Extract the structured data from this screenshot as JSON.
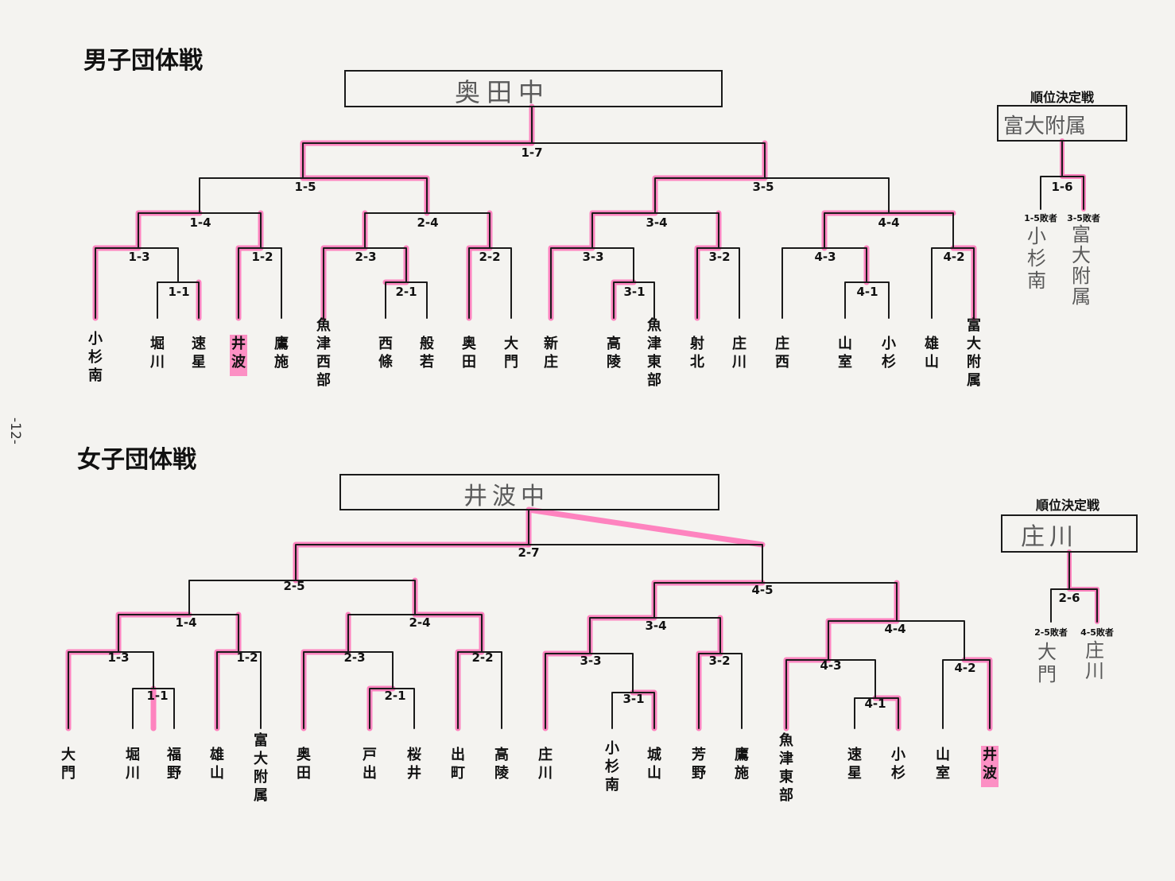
{
  "page_number": "-12-",
  "boys": {
    "title": "男子団体戦",
    "winner": "奥田中",
    "final_code": "1-7",
    "teams": [
      "小杉南",
      "堀川",
      "速星",
      "井波",
      "鷹施",
      "魚津西部",
      "西條",
      "般若",
      "奥田",
      "大門",
      "新庄",
      "高陵",
      "魚津東部",
      "射北",
      "庄川",
      "庄西",
      "山室",
      "小杉",
      "雄山",
      "富大附属"
    ],
    "highlighted_teams": [
      "井波"
    ],
    "codes": {
      "1-1": "1-1",
      "1-2": "1-2",
      "1-3": "1-3",
      "1-4": "1-4",
      "1-5": "1-5",
      "2-1": "2-1",
      "2-2": "2-2",
      "2-3": "2-3",
      "2-4": "2-4",
      "3-1": "3-1",
      "3-2": "3-2",
      "3-3": "3-3",
      "3-4": "3-4",
      "3-5": "3-5",
      "4-1": "4-1",
      "4-2": "4-2",
      "4-3": "4-3",
      "4-4": "4-4"
    },
    "placement": {
      "title": "順位決定戦",
      "winner": "富大附属",
      "code": "1-6",
      "left_label": "1-5敗者",
      "right_label": "3-5敗者",
      "left_team": "小杉南",
      "right_team": "富大附属"
    }
  },
  "girls": {
    "title": "女子団体戦",
    "winner": "井波中",
    "final_code": "2-7",
    "teams": [
      "大門",
      "堀川",
      "福野",
      "雄山",
      "富大附属",
      "奥田",
      "戸出",
      "桜井",
      "出町",
      "高陵",
      "庄川",
      "小杉南",
      "城山",
      "芳野",
      "鷹施",
      "魚津東部",
      "速星",
      "小杉",
      "山室",
      "井波"
    ],
    "highlighted_teams": [
      "井波"
    ],
    "codes": {
      "1-1": "1-1",
      "1-2": "1-2",
      "1-3": "1-3",
      "1-4": "1-4",
      "2-1": "2-1",
      "2-2": "2-2",
      "2-3": "2-3",
      "2-4": "2-4",
      "2-5": "2-5",
      "3-1": "3-1",
      "3-2": "3-2",
      "3-3": "3-3",
      "3-4": "3-4",
      "4-1": "4-1",
      "4-2": "4-2",
      "4-3": "4-3",
      "4-4": "4-4",
      "4-5": "4-5"
    },
    "placement": {
      "title": "順位決定戦",
      "winner": "庄川",
      "code": "2-6",
      "left_label": "2-5敗者",
      "right_label": "4-5敗者",
      "left_team": "大門",
      "right_team": "庄川"
    }
  },
  "colors": {
    "ink": "#1a1a1a",
    "highlight": "#ff6fb6",
    "paper": "#f4f3f0",
    "handwriting": "#5a5a5a"
  }
}
